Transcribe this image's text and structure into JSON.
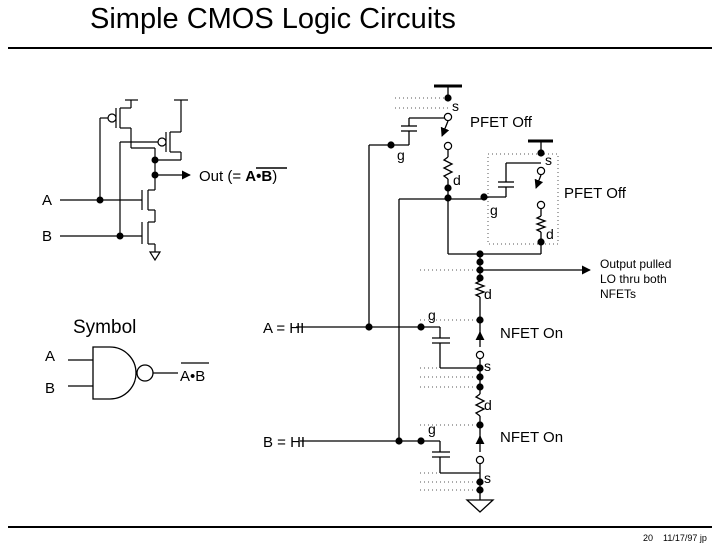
{
  "title": "Simple CMOS Logic Circuits",
  "small_schematic": {
    "input_a": "A",
    "input_b": "B",
    "output_prefix": "Out (=",
    "output_expr": "A•B",
    "output_suffix": ")"
  },
  "symbol": {
    "heading": "Symbol",
    "input_a": "A",
    "input_b": "B",
    "output": "A•B"
  },
  "circuit": {
    "pfet1": {
      "state": "PFET Off",
      "source": "s",
      "gate": "g",
      "drain": "d"
    },
    "pfet2": {
      "state": "PFET Off",
      "source": "s",
      "gate": "g",
      "drain": "d"
    },
    "output_note": [
      "Output pulled",
      "LO thru both",
      "NFETs"
    ],
    "nfet1": {
      "input": "A = HI",
      "state": "NFET On",
      "drain": "d",
      "gate": "g",
      "source": "s"
    },
    "nfet2": {
      "input": "B = HI",
      "state": "NFET On",
      "drain": "d",
      "gate": "g",
      "source": "s"
    }
  },
  "footer": {
    "page": "20",
    "date": "11/17/97 jp"
  }
}
